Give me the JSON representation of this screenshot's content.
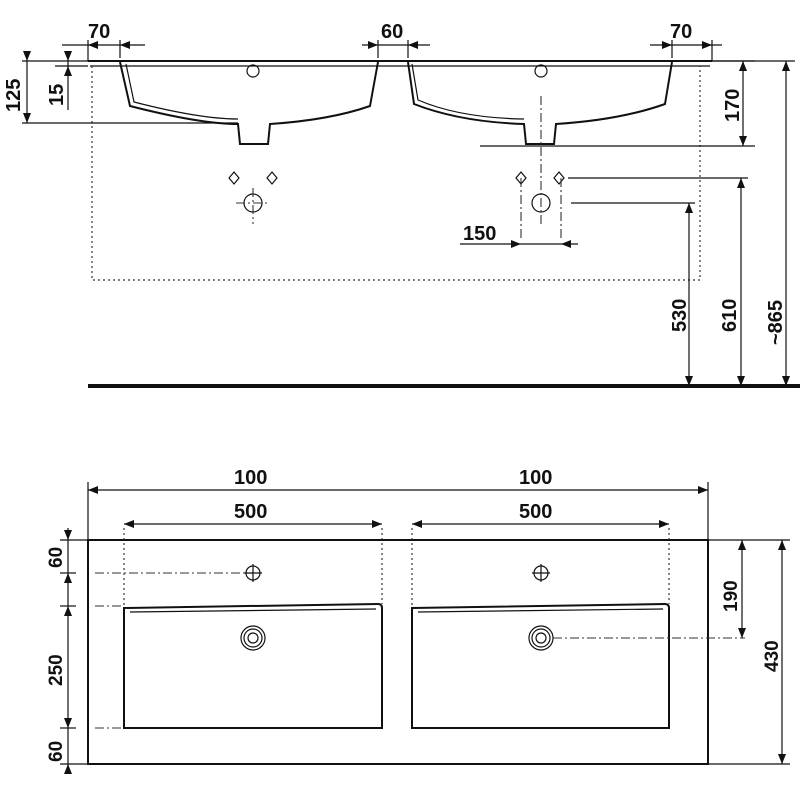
{
  "side_view": {
    "dim_left_overhang": "70",
    "dim_center_gap": "60",
    "dim_right_overhang": "70",
    "dim_total_depth": "125",
    "dim_rim": "15",
    "dim_bowl_depth": "170",
    "dim_tap_spacing": "150",
    "dim_waste_height": "530",
    "dim_supply_height": "610",
    "dim_rim_height": "~865"
  },
  "plan_view": {
    "dim_bowl_left": "100",
    "dim_bowl_right": "100",
    "dim_width_left": "500",
    "dim_width_right": "500",
    "dim_front_margin": "60",
    "dim_bowl_length": "250",
    "dim_back_margin": "60",
    "dim_tap_to_waste": "190",
    "dim_total_depth": "430"
  }
}
